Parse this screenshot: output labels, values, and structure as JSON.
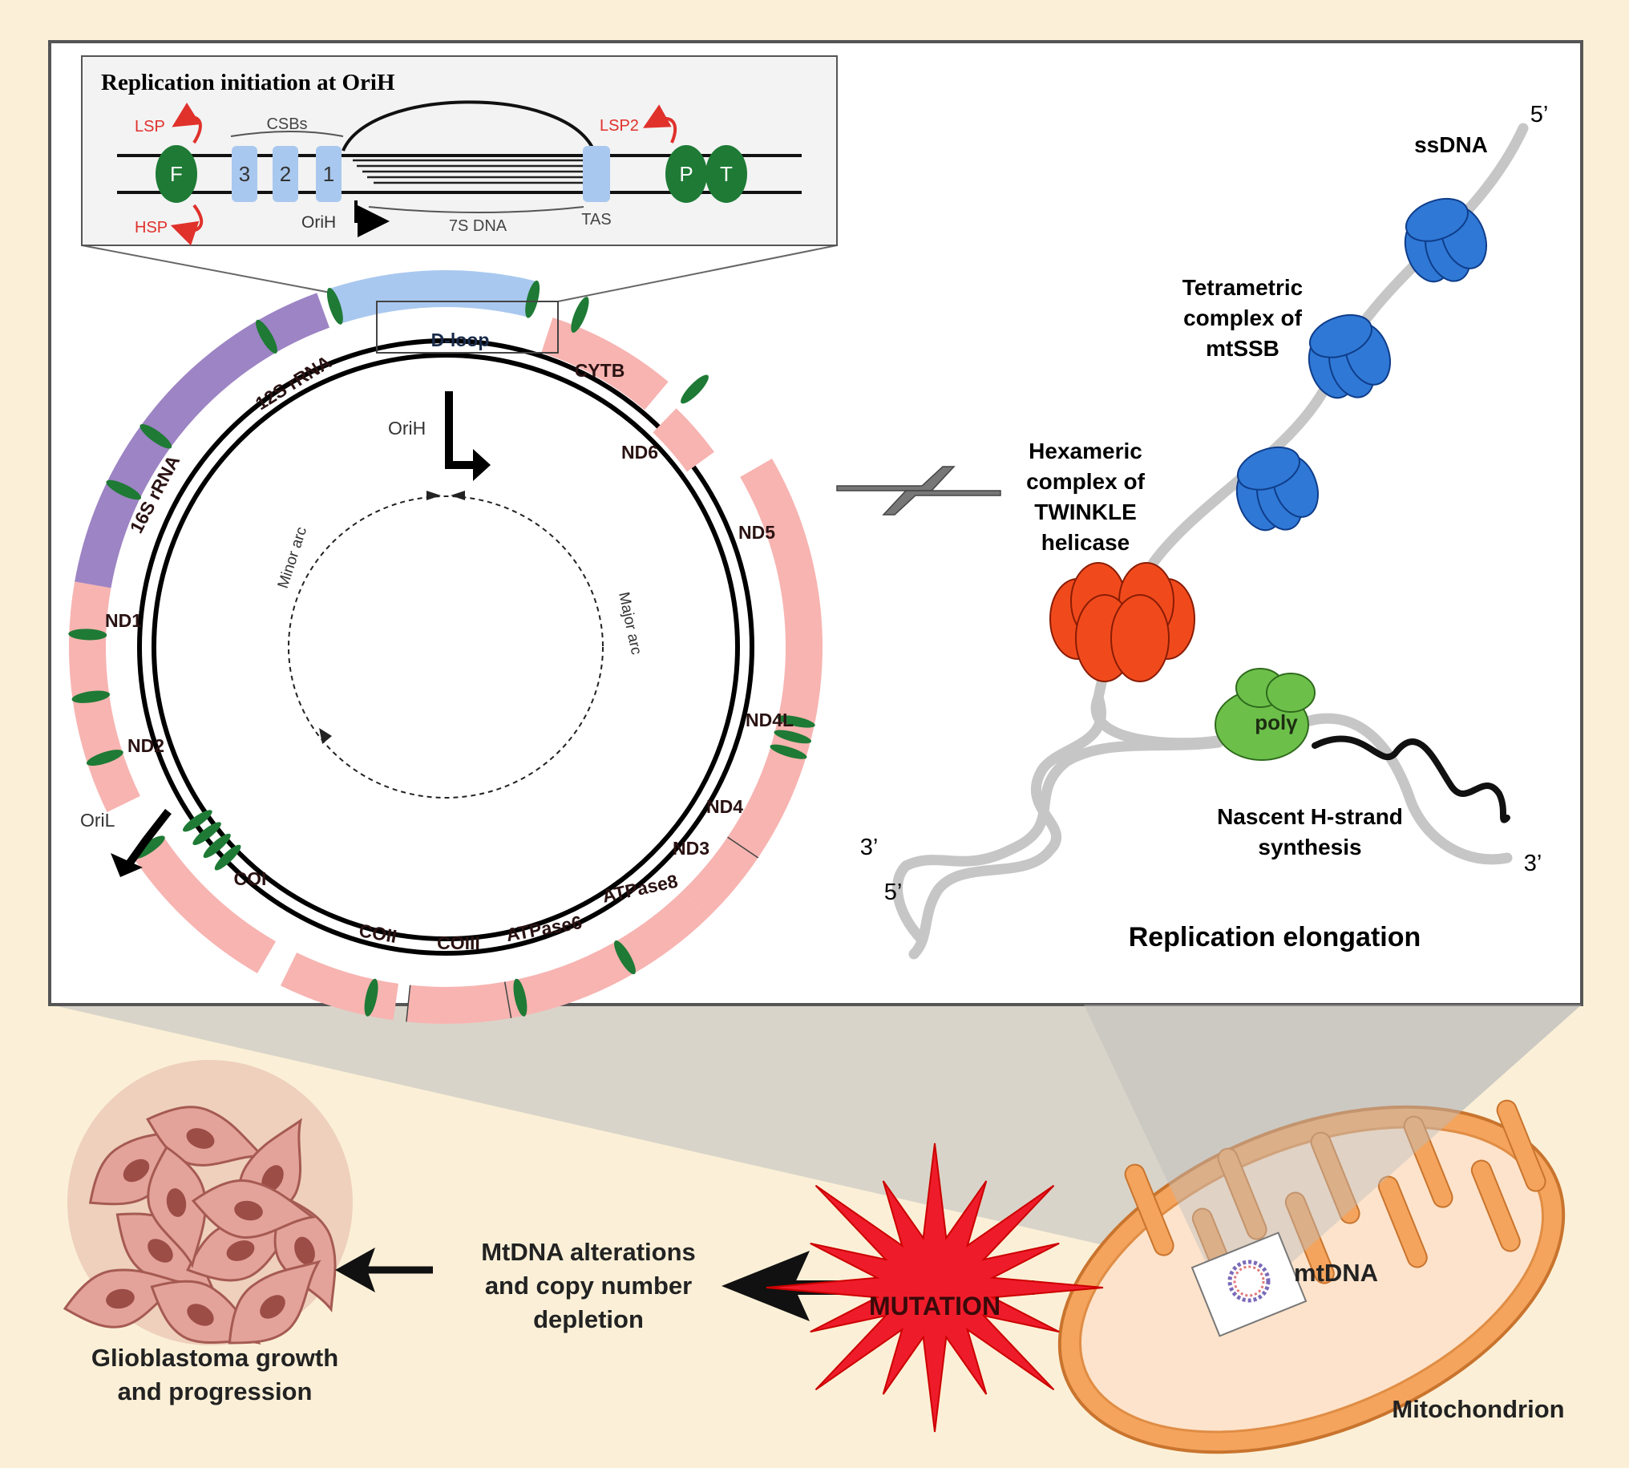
{
  "colors": {
    "background": "#fbf0d7",
    "panel": "#ffffff",
    "inset": "#f3f3f3",
    "gene_pink": "#f7b4b1",
    "rrna_purple": "#9d84c4",
    "dloop_blue": "#a9c8ef",
    "green": "#1e7a35",
    "red_label": "#e0312b",
    "mtssb_blue": "#2f78d6",
    "twinkle_red": "#f04a1c",
    "pol_green": "#6cc04a",
    "mito_orange": "#f4a45c",
    "mutation_red": "#ee1c2b"
  },
  "inset": {
    "title": "Replication initiation at OriH",
    "lsp": "LSP",
    "hsp": "HSP",
    "csbs": "CSBs",
    "csb_numbers": [
      "3",
      "2",
      "1"
    ],
    "orih": "OriH",
    "seven_s": "7S DNA",
    "tas": "TAS",
    "lsp2": "LSP2",
    "f": "F",
    "p": "P",
    "t": "T"
  },
  "genome": {
    "dloop": "D-loop",
    "rrna12": "12S rRNA",
    "rrna16": "16S rRNA",
    "cytb": "CYTB",
    "nd6": "ND6",
    "nd5": "ND5",
    "nd4l": "ND4L",
    "nd4": "ND4",
    "nd3": "ND3",
    "atp8": "ATPase8",
    "atp6": "ATPase6",
    "coiii": "COIII",
    "coii": "COII",
    "coi": "COI",
    "nd2": "ND2",
    "nd1": "ND1",
    "orih": "OriH",
    "oril": "OriL",
    "minor_arc": "Minor arc",
    "major_arc": "Major arc"
  },
  "elongation": {
    "ssdna": "ssDNA",
    "five_prime_top": "5’",
    "tetra_line1": "Tetrametric",
    "tetra_line2": "complex of",
    "tetra_line3": "mtSSB",
    "hexa_line1": "Hexameric",
    "hexa_line2": "complex of",
    "hexa_line3": "TWINKLE",
    "hexa_line4": "helicase",
    "pol": "polγ",
    "nascent_line1": "Nascent H-strand",
    "nascent_line2": "synthesis",
    "three_prime_left": "3’",
    "five_prime_left": "5’",
    "three_prime_right": "3’",
    "caption": "Replication elongation"
  },
  "bottom": {
    "glioblastoma_line1": "Glioblastoma growth",
    "glioblastoma_line2": "and progression",
    "mtdna_alt_line1": "MtDNA alterations",
    "mtdna_alt_line2": "and copy number",
    "mtdna_alt_line3": "depletion",
    "mutation": "MUTATION",
    "mtdna": "mtDNA",
    "mitochondrion": "Mitochondrion"
  }
}
